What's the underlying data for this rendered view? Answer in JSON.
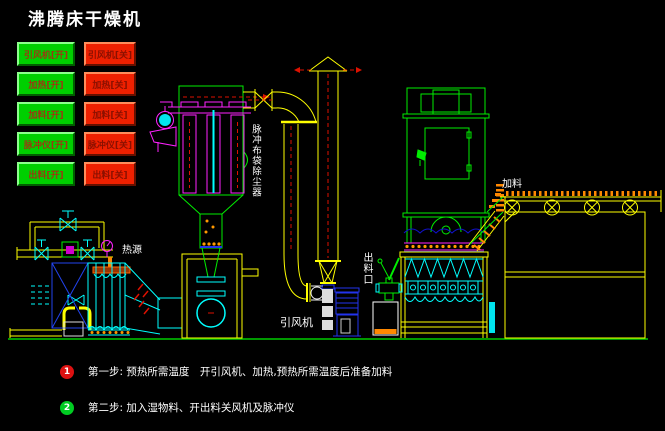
{
  "title": "沸腾床干燥机",
  "colors": {
    "background": "#000000",
    "title_text": "#ffffff",
    "button_on_bg": "#00cf00",
    "button_on_text": "#9a3a10",
    "button_off_bg": "#ee2000",
    "button_off_text": "#8a1000",
    "line_green": "#00ee00",
    "line_cyan": "#00ffff",
    "line_yellow": "#ffff00",
    "line_magenta": "#ff00ff",
    "line_blue": "#2233ee",
    "flow_red": "#dd1100",
    "material_orange": "#ff8800",
    "step1_badge": "#dd1111",
    "step2_badge": "#00cc22"
  },
  "controls": {
    "on_buttons": [
      {
        "label": "引风机[开]"
      },
      {
        "label": "加热[开]"
      },
      {
        "label": "加料[开]"
      },
      {
        "label": "脉冲仪[开]"
      },
      {
        "label": "出料[开]"
      }
    ],
    "off_buttons": [
      {
        "label": "引风机[关]"
      },
      {
        "label": "加热[关]"
      },
      {
        "label": "加料[关]"
      },
      {
        "label": "脉冲仪[关]"
      },
      {
        "label": "出料[关]"
      }
    ]
  },
  "diagram_labels": {
    "dust_collector": "脉冲布袋除尘器",
    "fan": "引风机",
    "discharge_port": "出料口",
    "feed": "加料",
    "heat_source": "热源"
  },
  "steps": [
    {
      "number": "1",
      "text": "第一步: 预热所需温度　开引风机、加热,预热所需温度后准备加料"
    },
    {
      "number": "2",
      "text": "第二步: 加入湿物料、开出料关风机及脉冲仪"
    }
  ]
}
